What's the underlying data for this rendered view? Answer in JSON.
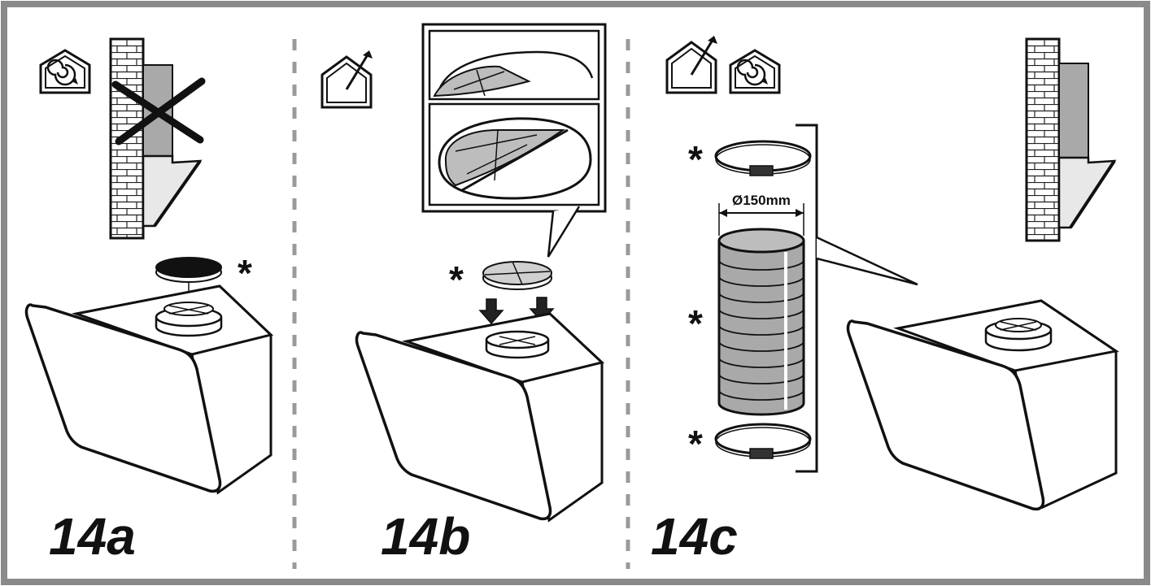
{
  "panels": [
    {
      "label": "14a",
      "mode": "recirculation",
      "icons": [
        "recirculation-house-icon"
      ]
    },
    {
      "label": "14b",
      "mode": "extraction",
      "icons": [
        "extraction-house-icon"
      ]
    },
    {
      "label": "14c",
      "mode": "extraction-and-recirculation",
      "icons": [
        "extraction-house-icon",
        "recirculation-house-icon"
      ]
    }
  ],
  "markers": {
    "optional_part": "*"
  },
  "duct": {
    "diameter_label": "Ø150mm"
  },
  "colors": {
    "frame": "#8a8a8a",
    "line": "#111111",
    "gray_fill": "#a9a9a9",
    "light_gray": "#d0d0d0",
    "divider": "#9a9a9a"
  }
}
